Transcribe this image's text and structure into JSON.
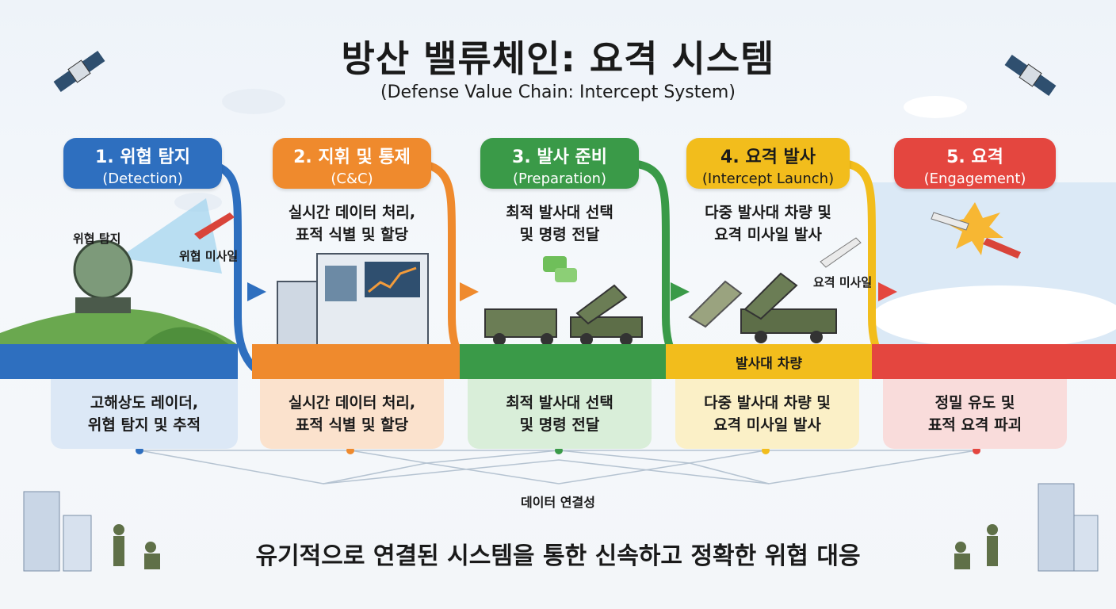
{
  "title": "방산 밸류체인: 요격 시스템",
  "subtitle": "(Defense Value Chain: Intercept System)",
  "colors": {
    "detection": "#2e6fbf",
    "cc": "#ef8a2d",
    "preparation": "#3a9a48",
    "launch": "#f2bd1c",
    "engagement": "#e4463f"
  },
  "stages": [
    {
      "title": "1. 위협 탐지",
      "subtitle": "(Detection)",
      "panel": [
        "고해상도 레이더,",
        "위협 탐지 및 추적"
      ]
    },
    {
      "title": "2. 지휘 및 통제",
      "subtitle": "(C&C)",
      "desc": [
        "실시간 데이터 처리,",
        "표적 식별 및 할당"
      ],
      "panel": [
        "실시간 데이터 처리,",
        "표적 식별 및 할당"
      ]
    },
    {
      "title": "3. 발사 준비",
      "subtitle": "(Preparation)",
      "desc": [
        "최적 발사대 선택",
        "및 명령 전달"
      ],
      "panel": [
        "최적 발사대 선택",
        "및 명령 전달"
      ]
    },
    {
      "title": "4. 요격 발사",
      "subtitle": "(Intercept Launch)",
      "desc": [
        "다중 발사대 차량 및",
        "요격 미사일 발사"
      ],
      "panel": [
        "다중 발사대 차량 및",
        "요격 미사일 발사"
      ]
    },
    {
      "title": "5. 요격",
      "subtitle": "(Engagement)",
      "panel": [
        "정밀 유도 및",
        "표적 요격 파괴"
      ]
    }
  ],
  "labels": {
    "threat_detection": "위협 탐지",
    "threat_missile": "위협 미사일",
    "interceptor_missile": "요격 미사일",
    "launcher_vehicle": "발사대 차량"
  },
  "data_link": "데이터 연결성",
  "tagline": "유기적으로 연결된 시스템을 통한 신속하고 정확한 위협 대응"
}
